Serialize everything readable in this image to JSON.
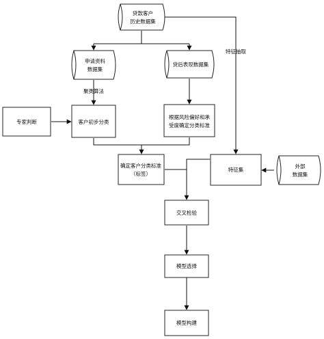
{
  "nodes": {
    "loan_history": {
      "lines": [
        "贷款客户",
        "历史数据集"
      ]
    },
    "application_data": {
      "lines": [
        "申请资料",
        "数据集"
      ]
    },
    "post_loan_data": {
      "lines": [
        "贷后表现数据集"
      ]
    },
    "expert_judgment": {
      "lines": [
        "专家判断"
      ]
    },
    "initial_classification": {
      "lines": [
        "客户初步分类"
      ]
    },
    "risk_preference": {
      "lines": [
        "根据风险偏好和承",
        "受度确定分类标准"
      ]
    },
    "final_classification": {
      "lines": [
        "确定客户分类标准",
        "（标签）"
      ]
    },
    "feature_set": {
      "lines": [
        "特征集"
      ]
    },
    "external_data": {
      "lines": [
        "外部",
        "数据集"
      ]
    },
    "cross_check": {
      "lines": [
        "交叉检验"
      ]
    },
    "model_selection": {
      "lines": [
        "模型选择"
      ]
    },
    "model_build": {
      "lines": [
        "模型构建"
      ]
    }
  },
  "edge_labels": {
    "clustering": "聚类算法",
    "feature_extraction": "特征抽取"
  },
  "colors": {
    "stroke": "#222222",
    "fill": "#ffffff",
    "text": "#111111"
  }
}
